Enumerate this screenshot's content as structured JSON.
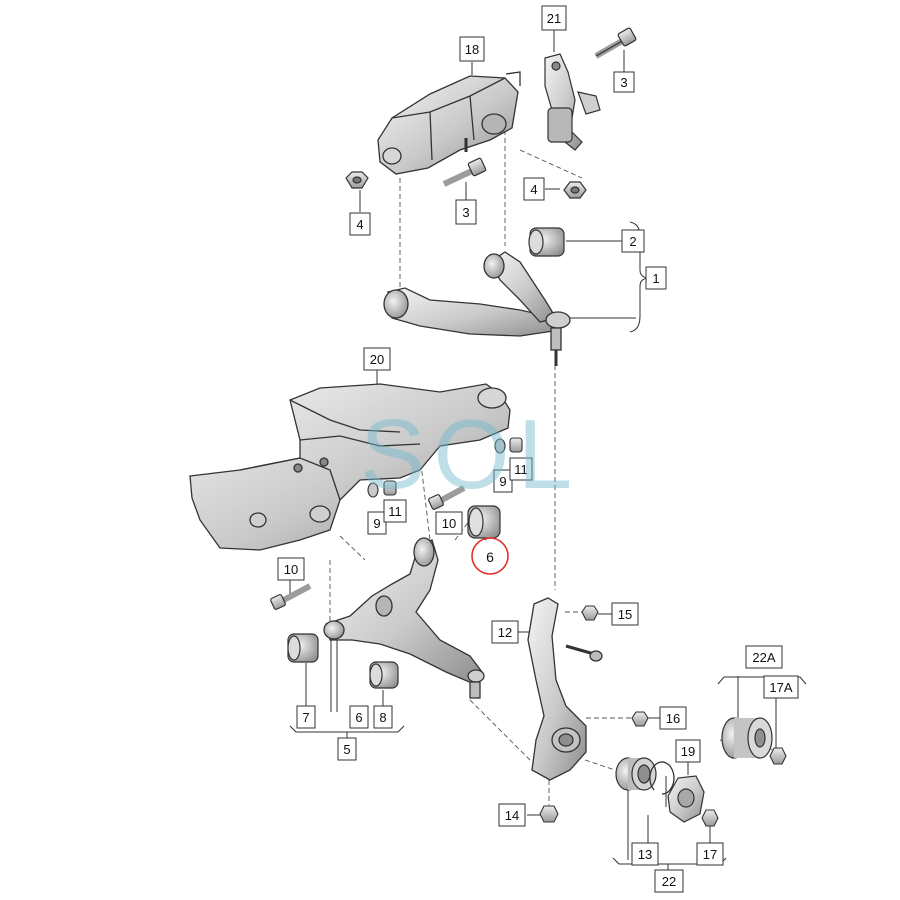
{
  "diagram": {
    "parts": {
      "p1": "1",
      "p2": "2",
      "p3a": "3",
      "p3b": "3",
      "p4a": "4",
      "p4b": "4",
      "p5": "5",
      "p6a": "6",
      "p6b": "6",
      "p7": "7",
      "p8": "8",
      "p9a": "9",
      "p9b": "9",
      "p10a": "10",
      "p10b": "10",
      "p11a": "11",
      "p11b": "11",
      "p12": "12",
      "p13": "13",
      "p14": "14",
      "p15": "15",
      "p16": "16",
      "p17": "17",
      "p17A": "17A",
      "p18": "18",
      "p19": "19",
      "p20": "20",
      "p21": "21",
      "p22": "22",
      "p22A": "22A"
    },
    "highlighted_part": "6",
    "highlight_color": "#e03030",
    "watermark": "SOL",
    "watermark_color": "#6eb9cd"
  }
}
